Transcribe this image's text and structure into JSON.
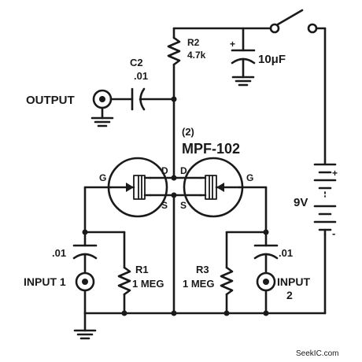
{
  "diagram": {
    "labels": {
      "output": "OUTPUT",
      "c2_name": "C2",
      "c2_value": ".01",
      "r2_name": "R2",
      "r2_value": "4.7k",
      "cap_10_value": "10μF",
      "cap_10_plus": "+",
      "qty": "(2)",
      "part": "MPF-102",
      "g_left": "G",
      "d_left": "D",
      "d_right": "D",
      "g_right": "G",
      "s_left": "S",
      "s_right": "S",
      "battery_value": "9V",
      "battery_plus": "+",
      "battery_minus": "-",
      "c_in1_value": ".01",
      "c_in2_value": ".01",
      "input1": "INPUT 1",
      "r1_name": "R1",
      "r1_value": "1 MEG",
      "r3_name": "R3",
      "r3_value": "1 MEG",
      "input2": "INPUT",
      "input2_num": "2",
      "watermark": "SeekIC.com"
    }
  }
}
